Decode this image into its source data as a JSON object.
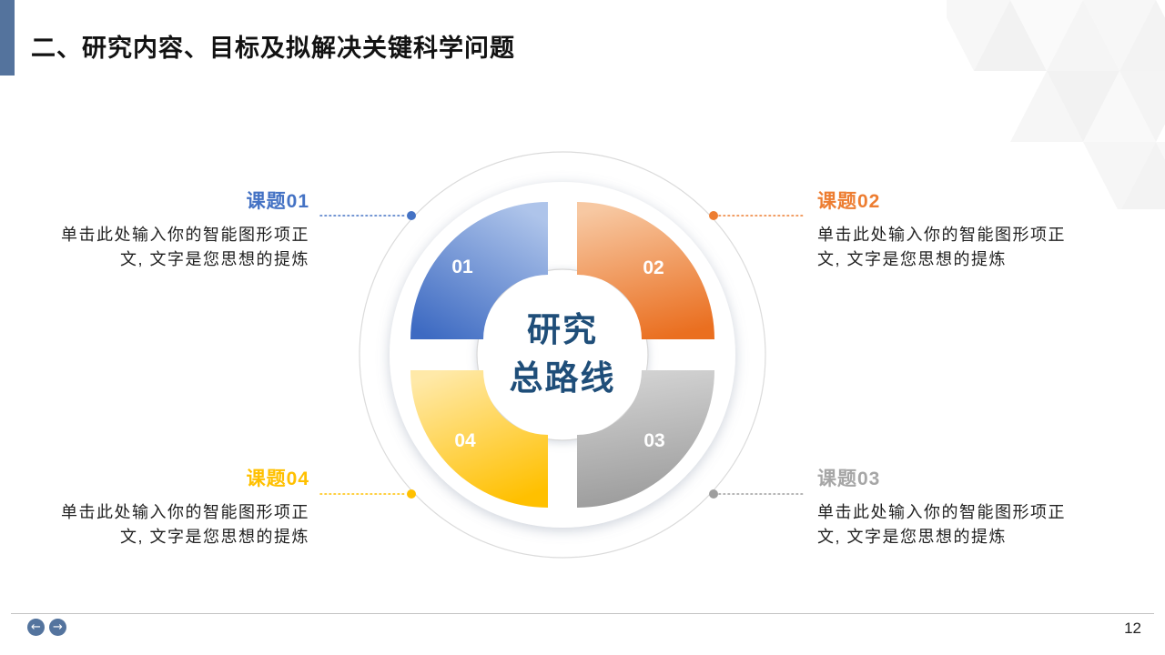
{
  "slide": {
    "title": "二、研究内容、目标及拟解决关键科学问题"
  },
  "diagram": {
    "center": {
      "line1": "研究",
      "line2": "总路线"
    },
    "topics": [
      {
        "num": "01",
        "label": "课题01",
        "body": "单击此处输入你的智能图形项正文, 文字是您思想的提炼",
        "color": "#4472C4"
      },
      {
        "num": "02",
        "label": "课题02",
        "body": "单击此处输入你的智能图形项正文, 文字是您思想的提炼",
        "color": "#ED7D31"
      },
      {
        "num": "03",
        "label": "课题03",
        "body": "单击此处输入你的智能图形项正文, 文字是您思想的提炼",
        "color": "#A6A6A6"
      },
      {
        "num": "04",
        "label": "课题04",
        "body": "单击此处输入你的智能图形项正文, 文字是您思想的提炼",
        "color": "#FFC000"
      }
    ]
  },
  "footer": {
    "page_number": "12",
    "prev_arrow": "←",
    "next_arrow": "→"
  },
  "colors": {
    "accent_bar": "#54739D",
    "center_text": "#1F4E79",
    "blue": "#4472C4",
    "orange": "#ED7D31",
    "gray": "#A6A6A6",
    "yellow": "#FFC000",
    "faint_circle": "#DBDBDB"
  }
}
